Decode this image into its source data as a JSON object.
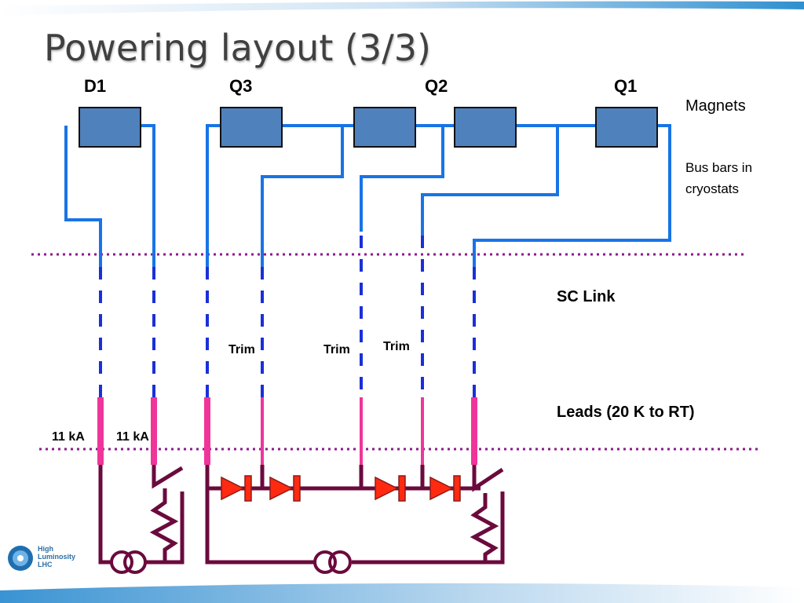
{
  "title": "Powering layout (3/3)",
  "magnets": [
    {
      "id": "D1",
      "label": "D1"
    },
    {
      "id": "Q3",
      "label": "Q3"
    },
    {
      "id": "Q2",
      "label": "Q2"
    },
    {
      "id": "Q1",
      "label": "Q1"
    }
  ],
  "side_labels": {
    "magnets": "Magnets",
    "bus_bars_line1": "Bus bars in",
    "bus_bars_line2": "cryostats",
    "sc_link": "SC Link",
    "leads": "Leads (20 K to RT)"
  },
  "trim_labels": [
    "Trim",
    "Trim",
    "Trim"
  ],
  "current_labels": [
    "11 kA",
    "11 kA"
  ],
  "logo": {
    "line1": "High",
    "line2": "Luminosity",
    "line3": "LHC"
  },
  "colors": {
    "magnet_fill": "#4f81bd",
    "bus_bar": "#1874e6",
    "sc_link": "#1b2fd8",
    "lead": "#f0359a",
    "circuit": "#6b0a3c",
    "diode": "#ff2a10",
    "boundary": "#8b1a8b"
  }
}
